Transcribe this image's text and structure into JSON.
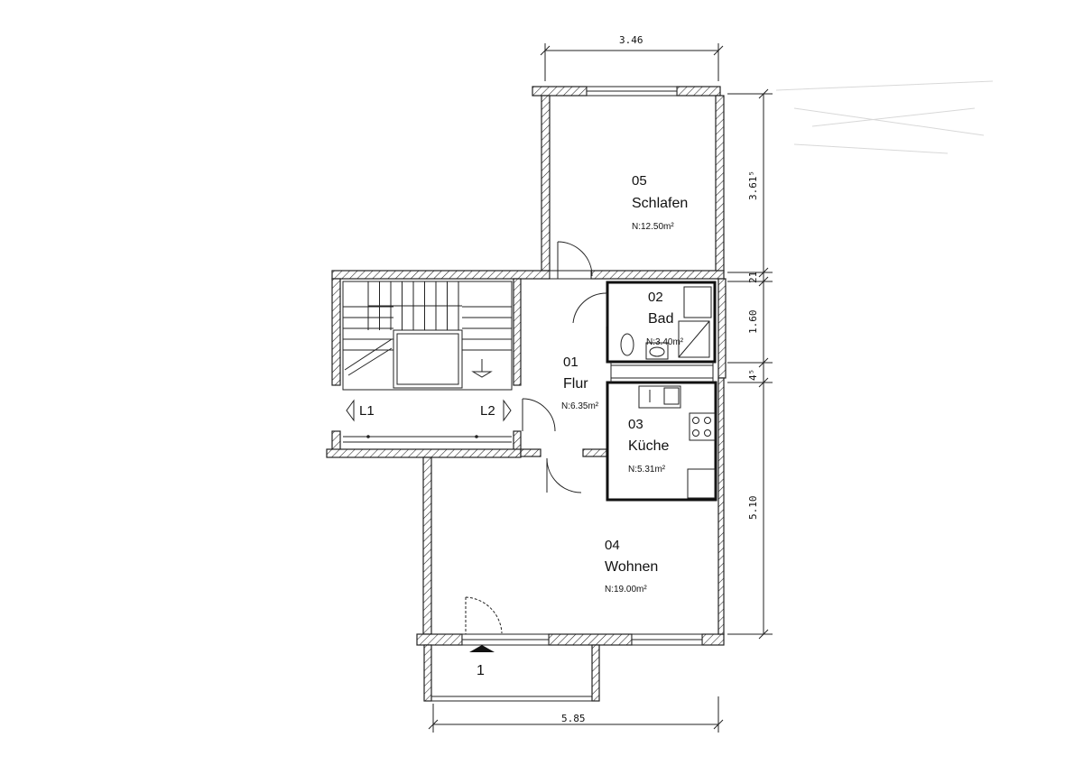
{
  "dimensions": {
    "top_width": "3.46",
    "bottom_width": "5.85",
    "right_schlafen": "3.61⁵",
    "right_gap_top": "21",
    "right_bad": "1.60",
    "right_gap_mid": "4⁵",
    "right_wohnen": "5.10"
  },
  "rooms": {
    "flur": {
      "number": "01",
      "name": "Flur",
      "area": "N:6.35m²"
    },
    "bad": {
      "number": "02",
      "name": "Bad",
      "area": "N:3.40m²"
    },
    "kueche": {
      "number": "03",
      "name": "Küche",
      "area": "N:5.31m²"
    },
    "wohnen": {
      "number": "04",
      "name": "Wohnen",
      "area": "N:19.00m²"
    },
    "schlafen": {
      "number": "05",
      "name": "Schlafen",
      "area": "N:12.50m²"
    }
  },
  "stairs": {
    "left_label": "L1",
    "right_label": "L2"
  },
  "entrance_marker": "1"
}
